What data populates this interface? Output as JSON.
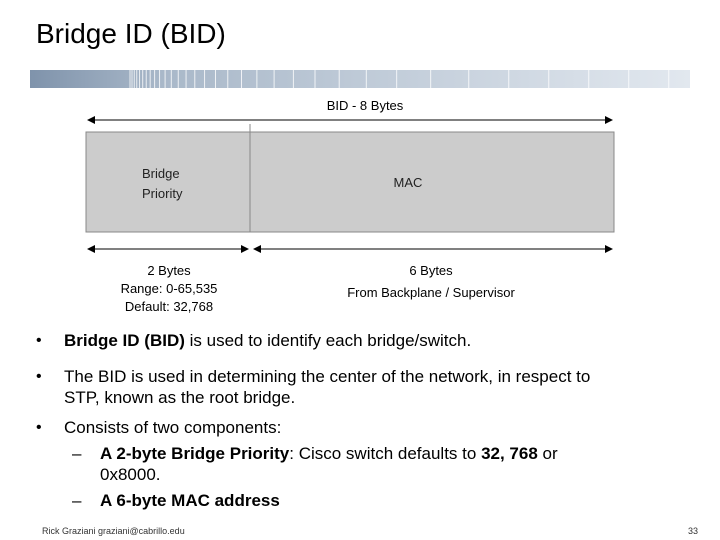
{
  "slide": {
    "title": "Bridge ID (BID)",
    "page_number": "33",
    "footer_author": "Rick Graziani  graziani@cabrillo.edu"
  },
  "diagram": {
    "top_label": "BID - 8 Bytes",
    "left_box_line1": "Bridge",
    "left_box_line2": "Priority",
    "right_box_label": "MAC",
    "left_bottom_label": "2 Bytes",
    "left_range": "Range: 0-65,535",
    "left_default": "Default: 32,768",
    "right_bottom_label": "6 Bytes",
    "right_source": "From Backplane / Supervisor",
    "box_fill": "#cccccc"
  },
  "bullets": {
    "b1_bold": "Bridge ID (BID)",
    "b1_rest": " is used to identify each bridge/switch.",
    "b2_line1": "The BID is used in determining the center of the network, in respect to",
    "b2_line2": "STP, known as the root bridge.",
    "b3": "Consists of two components:",
    "s1_bold": "A 2-byte Bridge Priority",
    "s1_mid": ": Cisco switch defaults to ",
    "s1_bold2": "32, 768",
    "s1_end": " or",
    "s1_line2": "0x8000.",
    "s2_bold": "A 6-byte MAC address",
    "dash": "–",
    "dot": "•"
  }
}
